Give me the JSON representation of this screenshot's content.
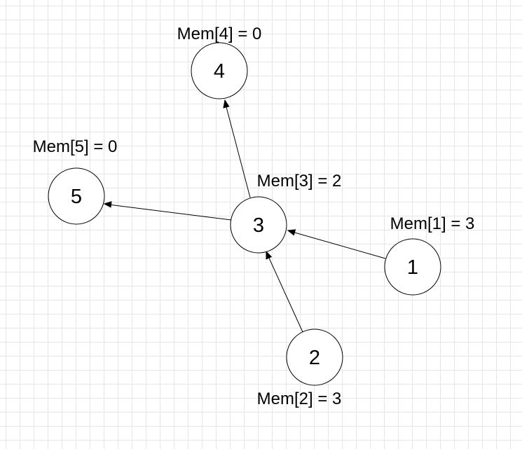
{
  "nodes": [
    {
      "id": "1",
      "label": "1",
      "mem_label": "Mem[1] = 3"
    },
    {
      "id": "2",
      "label": "2",
      "mem_label": "Mem[2] = 3"
    },
    {
      "id": "3",
      "label": "3",
      "mem_label": "Mem[3] = 2"
    },
    {
      "id": "4",
      "label": "4",
      "mem_label": "Mem[4] = 0"
    },
    {
      "id": "5",
      "label": "5",
      "mem_label": "Mem[5] = 0"
    }
  ],
  "edges": [
    {
      "from": "1",
      "to": "3"
    },
    {
      "from": "2",
      "to": "3"
    },
    {
      "from": "3",
      "to": "4"
    },
    {
      "from": "3",
      "to": "5"
    }
  ]
}
